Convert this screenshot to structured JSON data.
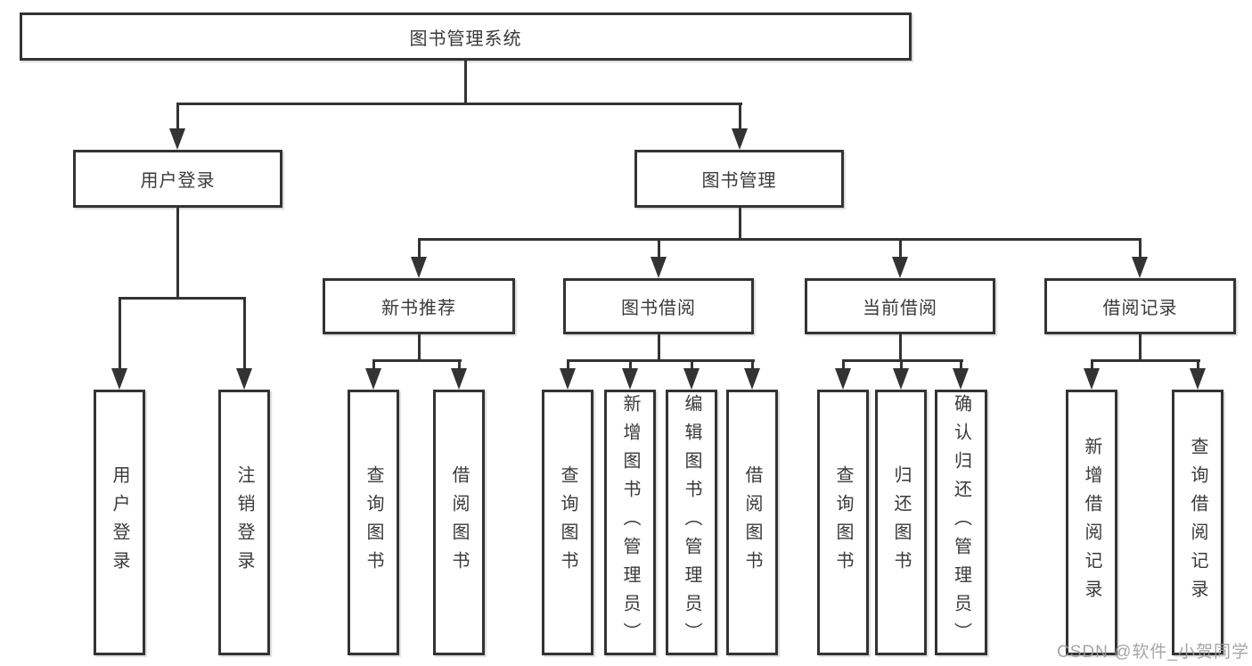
{
  "diagram": {
    "root": {
      "label": "图书管理系统"
    },
    "branches": [
      {
        "label": "用户登录",
        "children": [
          "用户登录",
          "注销登录"
        ]
      },
      {
        "label": "图书管理"
      }
    ],
    "modules": [
      {
        "label": "新书推荐",
        "children": [
          "查询图书",
          "借阅图书"
        ]
      },
      {
        "label": "图书借阅",
        "children": [
          "查询图书",
          "新增图书（管理员）",
          "编辑图书（管理员）",
          "借阅图书"
        ]
      },
      {
        "label": "当前借阅",
        "children": [
          "查询图书",
          "归还图书",
          "确认归还（管理员）"
        ]
      },
      {
        "label": "借阅记录",
        "children": [
          "新增借阅记录",
          "查询借阅记录"
        ]
      }
    ]
  },
  "watermark": {
    "text": "CSDN @软件_小贺同学"
  },
  "colors": {
    "line": "#333333",
    "text": "#3a3a3a",
    "background": "#ffffff",
    "watermark": "#9b9b9b"
  }
}
